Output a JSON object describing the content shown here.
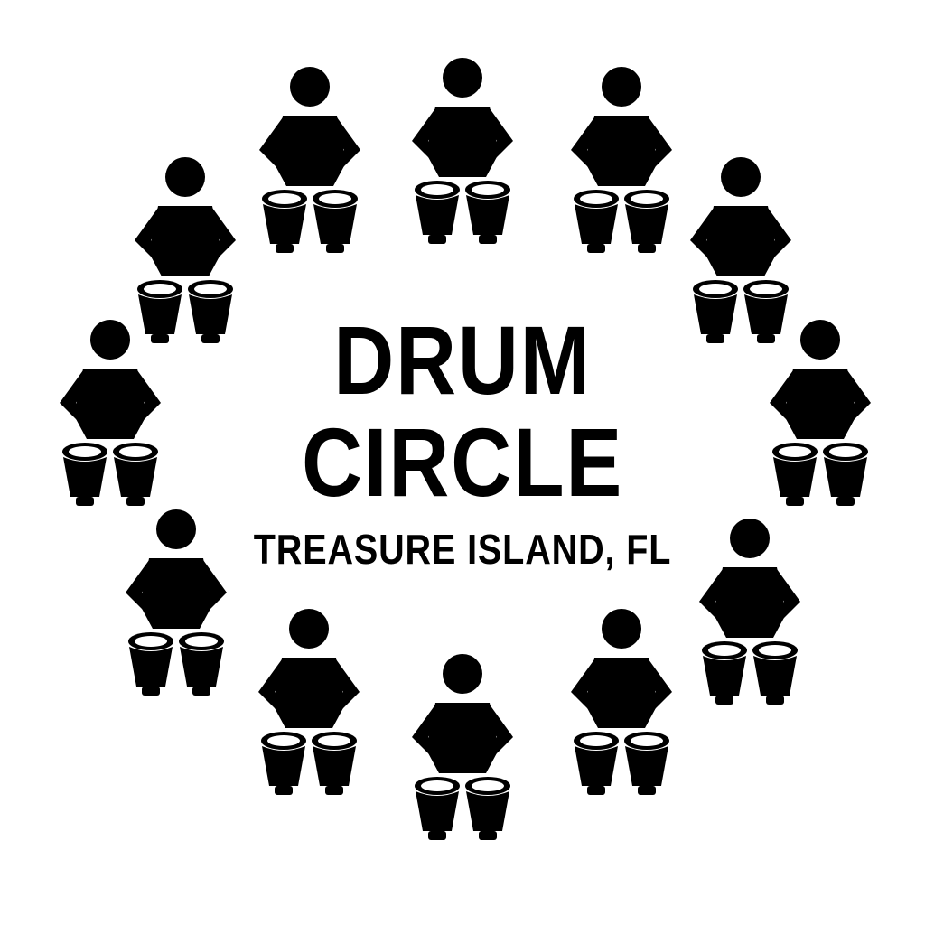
{
  "title_line_1": "DRUM",
  "title_line_2": "CIRCLE",
  "subtitle": "TREASURE ISLAND, FL",
  "colors": {
    "ink": "#000000",
    "background": "#ffffff"
  },
  "figure_count": 12,
  "figure_icon": "drummer-icon"
}
